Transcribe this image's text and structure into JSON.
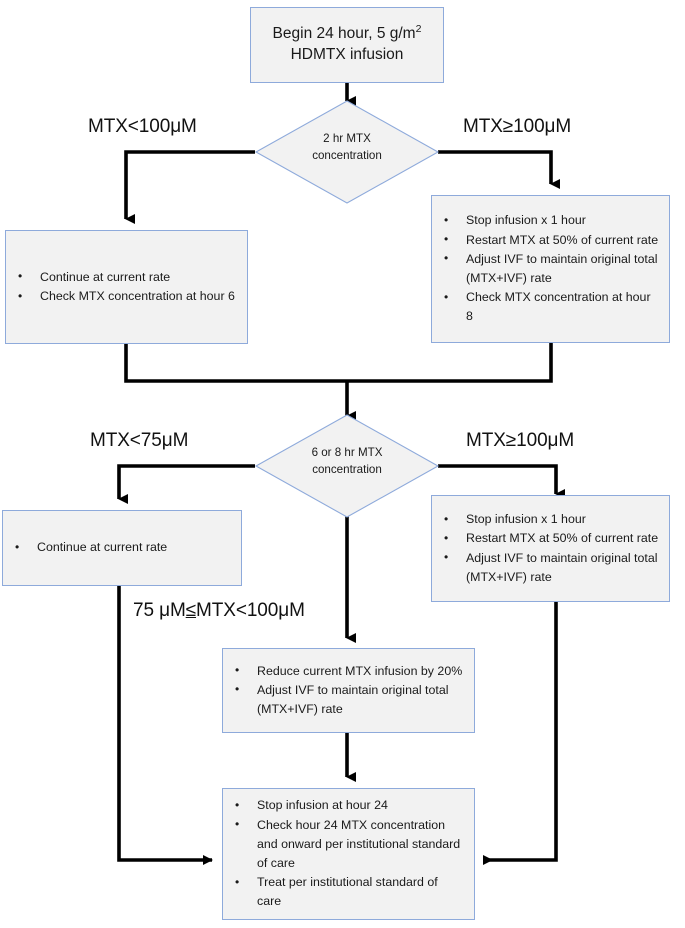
{
  "diagram": {
    "type": "flowchart",
    "title": "HDMTX infusion titration algorithm",
    "colors": {
      "node_fill": "#F2F2F2",
      "node_border": "#8EAADB",
      "connector": "#000000",
      "text": "#1a1a1a",
      "background": "#FFFFFF"
    }
  },
  "nodes": {
    "start": {
      "kind": "process",
      "line1": "Begin 24 hour, 5 g/m",
      "superscript": "2",
      "line2": "HDMTX infusion"
    },
    "decision_2hr": {
      "kind": "decision",
      "label": "2 hr MTX\nconcentration"
    },
    "continue_check6": {
      "kind": "process",
      "bullets": [
        "Continue at current rate",
        "Check MTX concentration at hour 6"
      ]
    },
    "stop_restart_check8": {
      "kind": "process",
      "bullets": [
        "Stop infusion x 1 hour",
        "Restart MTX at 50% of current rate",
        "Adjust IVF to maintain original total (MTX+IVF) rate",
        "Check MTX concentration at hour 8"
      ]
    },
    "decision_6or8hr": {
      "kind": "decision",
      "label": "6 or 8 hr MTX\nconcentration"
    },
    "continue_only": {
      "kind": "process",
      "bullets": [
        "Continue at current rate"
      ]
    },
    "stop_restart_adjust": {
      "kind": "process",
      "bullets": [
        "Stop infusion x 1 hour",
        "Restart MTX at 50% of current rate",
        "Adjust IVF to maintain original total (MTX+IVF) rate"
      ]
    },
    "reduce_20": {
      "kind": "process",
      "bullets": [
        "Reduce current MTX infusion by 20%",
        "Adjust IVF to maintain original total (MTX+IVF) rate"
      ]
    },
    "stop_hour24": {
      "kind": "process",
      "bullets": [
        "Stop infusion at hour 24",
        "Check hour 24 MTX concentration and onward per institutional standard of care",
        "Treat per institutional standard of care"
      ]
    }
  },
  "edge_labels": {
    "branch_2hr_left": "MTX<100μM",
    "branch_2hr_right": "MTX≥100μM",
    "branch_6or8_left": "MTX<75μM",
    "branch_6or8_right": "MTX≥100μM",
    "branch_6or8_middle_pre": "75 μM",
    "branch_6or8_middle_op": "≤",
    "branch_6or8_middle_post": "MTX<100μM"
  }
}
